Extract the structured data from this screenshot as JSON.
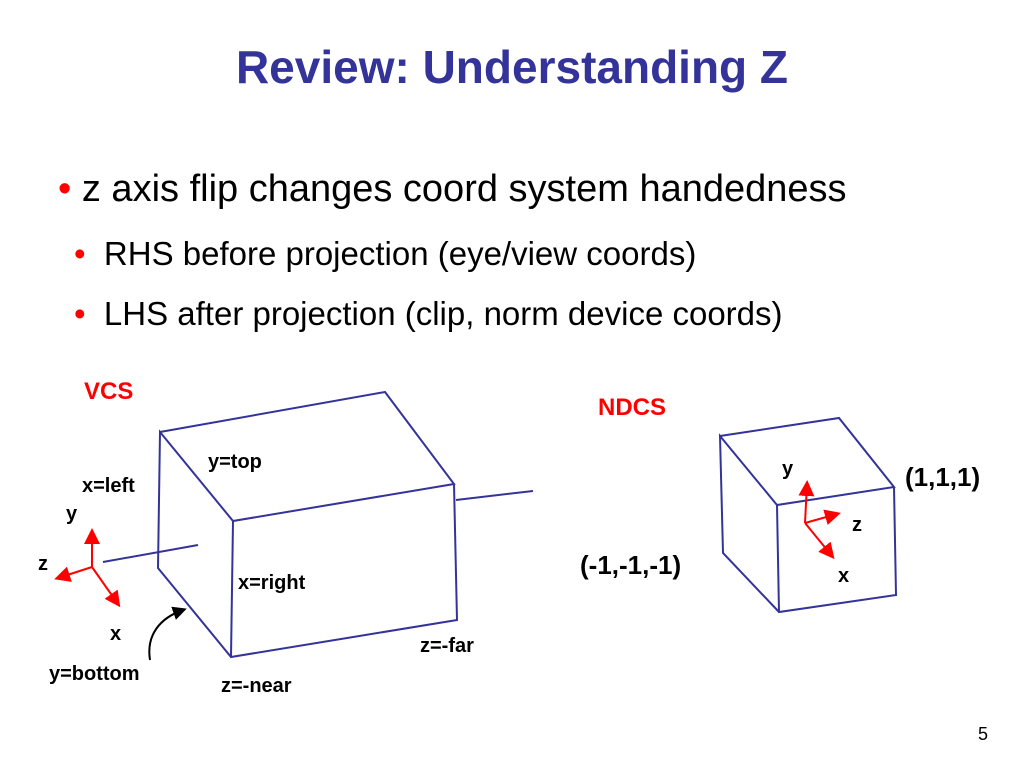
{
  "slide": {
    "title": "Review: Understanding Z",
    "bullets": [
      {
        "marker": "•",
        "text": "z axis flip changes coord system handedness"
      },
      {
        "marker": "•",
        "text": "RHS before projection (eye/view coords)"
      },
      {
        "marker": "•",
        "text": "LHS after projection (clip, norm device coords)"
      }
    ],
    "page_number": "5"
  },
  "vcs": {
    "label": "VCS",
    "y_top": "y=top",
    "x_left": "x=left",
    "x_right": "x=right",
    "y_bottom": "y=bottom",
    "z_near": "z=-near",
    "z_far": "z=-far",
    "axis_y": "y",
    "axis_z": "z",
    "axis_x": "x"
  },
  "ndcs": {
    "label": "NDCS",
    "corner_max": "(1,1,1)",
    "corner_min": "(-1,-1,-1)",
    "axis_y": "y",
    "axis_z": "z",
    "axis_x": "x"
  },
  "colors": {
    "title": "#333399",
    "box_lines": "#333399",
    "axes": "#ff0000",
    "bullet_marker": "#ff0000"
  }
}
